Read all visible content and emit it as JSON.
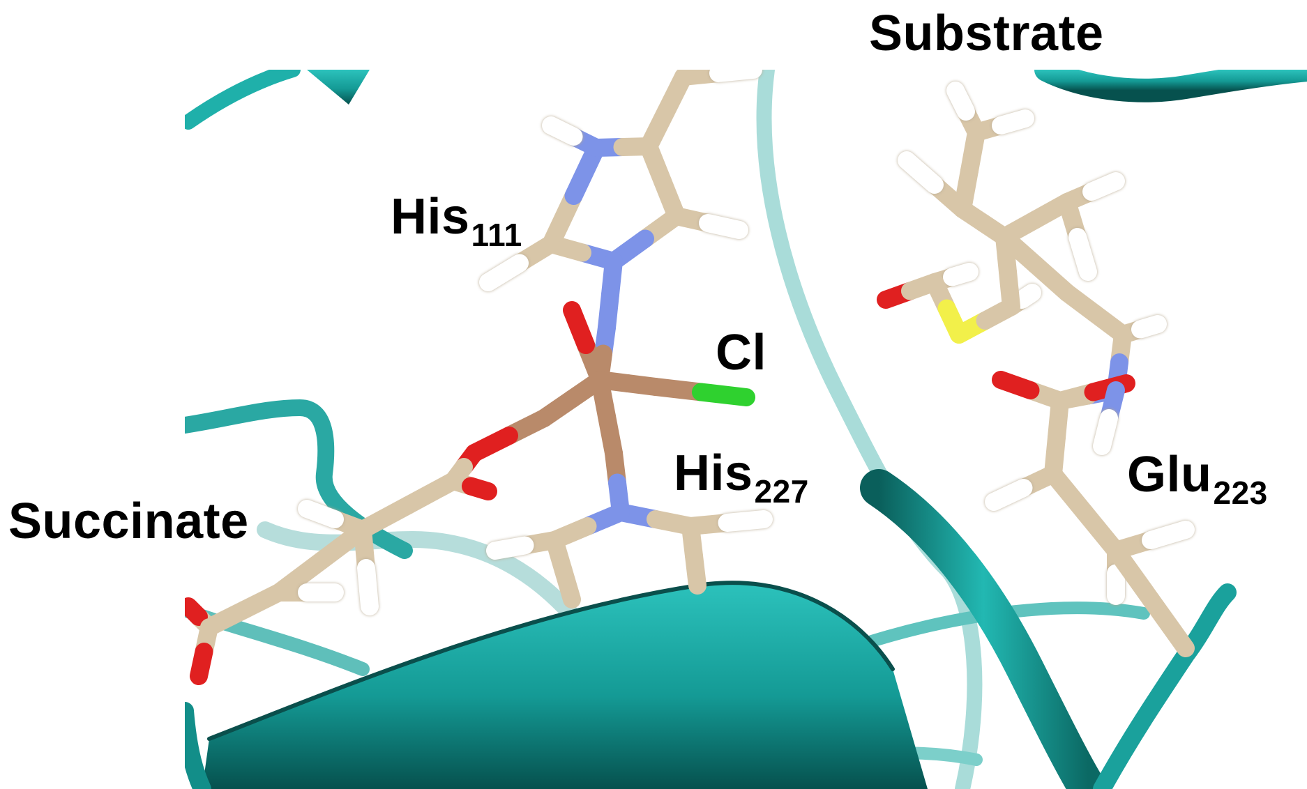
{
  "labels": {
    "substrate": "Substrate",
    "his111": {
      "main": "His",
      "sub": "111"
    },
    "cl": "Cl",
    "his227": {
      "main": "His",
      "sub": "227"
    },
    "succinate": "Succinate",
    "glu223": {
      "main": "Glu",
      "sub": "223"
    }
  },
  "colors": {
    "ribbon": "#1aa8a3",
    "ribbon_dark": "#0b6e6a",
    "ribbon_light": "#9fd6d3",
    "carbon": "#d8c6a8",
    "hydrogen": "#ffffff",
    "nitrogen": "#7d93e8",
    "oxygen": "#e02020",
    "chlorine": "#2fd12f",
    "sulfur": "#f2f04a",
    "iron": "#b98a6a"
  }
}
